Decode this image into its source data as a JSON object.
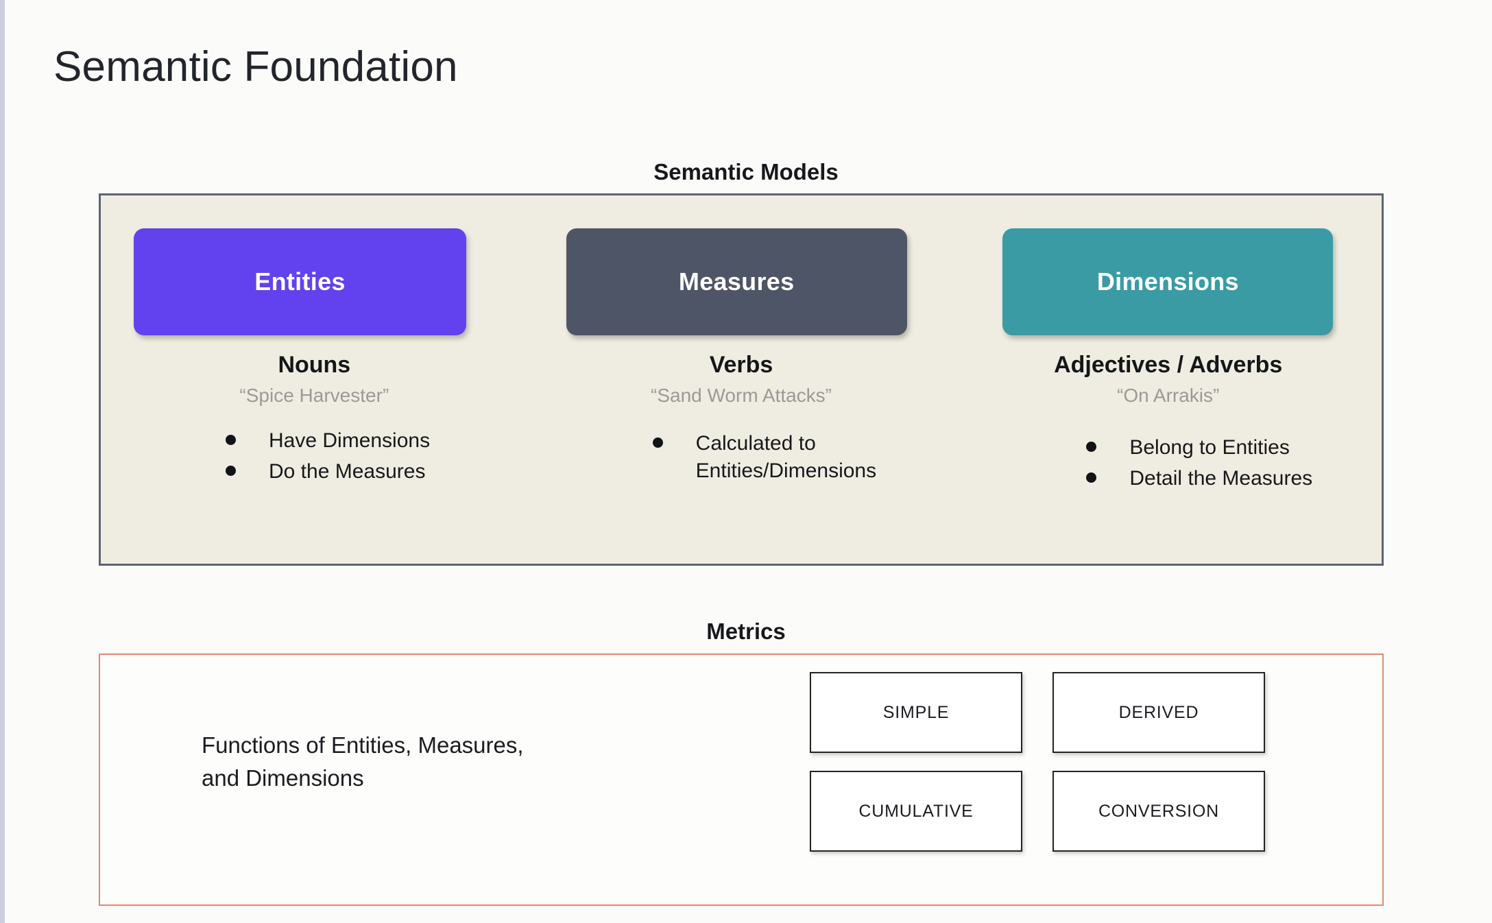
{
  "page": {
    "title": "Semantic Foundation",
    "background_color": "#FBFCF9"
  },
  "semantic_models": {
    "heading": "Semantic Models",
    "panel_background": "#EFEDE1",
    "panel_border_color": "#5C6372",
    "columns": [
      {
        "pill_label": "Entities",
        "pill_color": "#6242EE",
        "part_of_speech": "Nouns",
        "example": "“Spice Harvester”",
        "bullets": [
          "Have Dimensions",
          "Do the Measures"
        ]
      },
      {
        "pill_label": "Measures",
        "pill_color": "#4E5566",
        "part_of_speech": "Verbs",
        "example": "“Sand Worm Attacks”",
        "bullets": [
          "Calculated to\nEntities/Dimensions"
        ]
      },
      {
        "pill_label": "Dimensions",
        "pill_color": "#3A9BA5",
        "part_of_speech": "Adjectives / Adverbs",
        "example": "“On Arrakis”",
        "bullets": [
          "Belong to Entities",
          "Detail the Measures"
        ]
      }
    ]
  },
  "metrics": {
    "heading": "Metrics",
    "panel_border_color": "#E08A6A",
    "description": "Functions of Entities, Measures,\nand Dimensions",
    "types": [
      "SIMPLE",
      "DERIVED",
      "CUMULATIVE",
      "CONVERSION"
    ]
  }
}
